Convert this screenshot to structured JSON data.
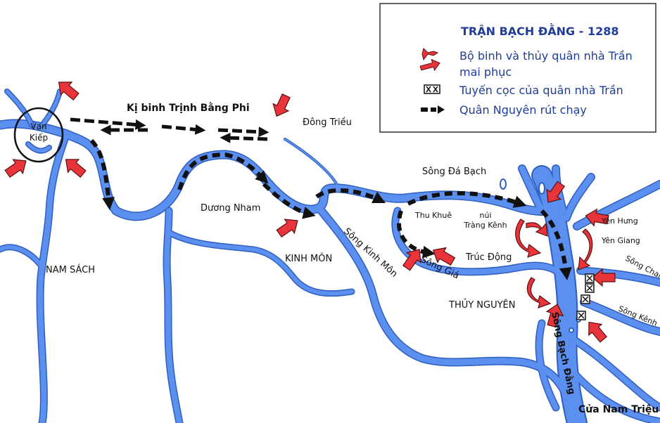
{
  "legend": {
    "title": "TRẬN BẠCH ĐẰNG - 1288",
    "items": [
      {
        "icon": "ambush-arrow-icon",
        "text": "Bộ binh và thủy quân nhà Trần"
      },
      {
        "icon": "ambush-arrow-icon",
        "text": "mai phục"
      },
      {
        "icon": "stake-line-icon",
        "text": "Tuyến cọc của quân nhà Trần"
      },
      {
        "icon": "retreat-arrow-icon",
        "text": "Quân Nguyên rút chạy"
      }
    ]
  },
  "labels": {
    "van_kiep": [
      "Vạn",
      "Kiếp"
    ],
    "ki_binh": "Kị binh Trịnh Bằng Phi",
    "dong_trieu": "Đông Triều",
    "duong_nham": "Dương Nham",
    "nam_sach": "NAM SÁCH",
    "kinh_mon": "KINH MÔN",
    "song_kinh_mon": "Sông Kinh Môn",
    "song_da_bach": "Sông Đá Bạch",
    "thu_khue": "Thu Khuê",
    "nui_trang_kenh": [
      "núi",
      "Tràng Kênh"
    ],
    "truc_dong": "Trúc Động",
    "song_gia": "Sông Giá",
    "thuy_nguyen": "THỦY NGUYÊN",
    "yen_hung": "Yên Hưng",
    "yen_giang": "Yên Giang",
    "song_chanh": "Sông Chanh",
    "song_kenh": "Sông Kênh",
    "song_bach_dang": "Sông Bạch Đằng",
    "cua_nam_trieu": "Cửa Nam Triệu"
  },
  "colors": {
    "river": "#5b8ff0",
    "river_edge": "#2f5fc0",
    "ambush": "#e8343a",
    "ambush_edge": "#5a1010",
    "retreat": "#111111",
    "legend_text": "#1f3d99"
  }
}
